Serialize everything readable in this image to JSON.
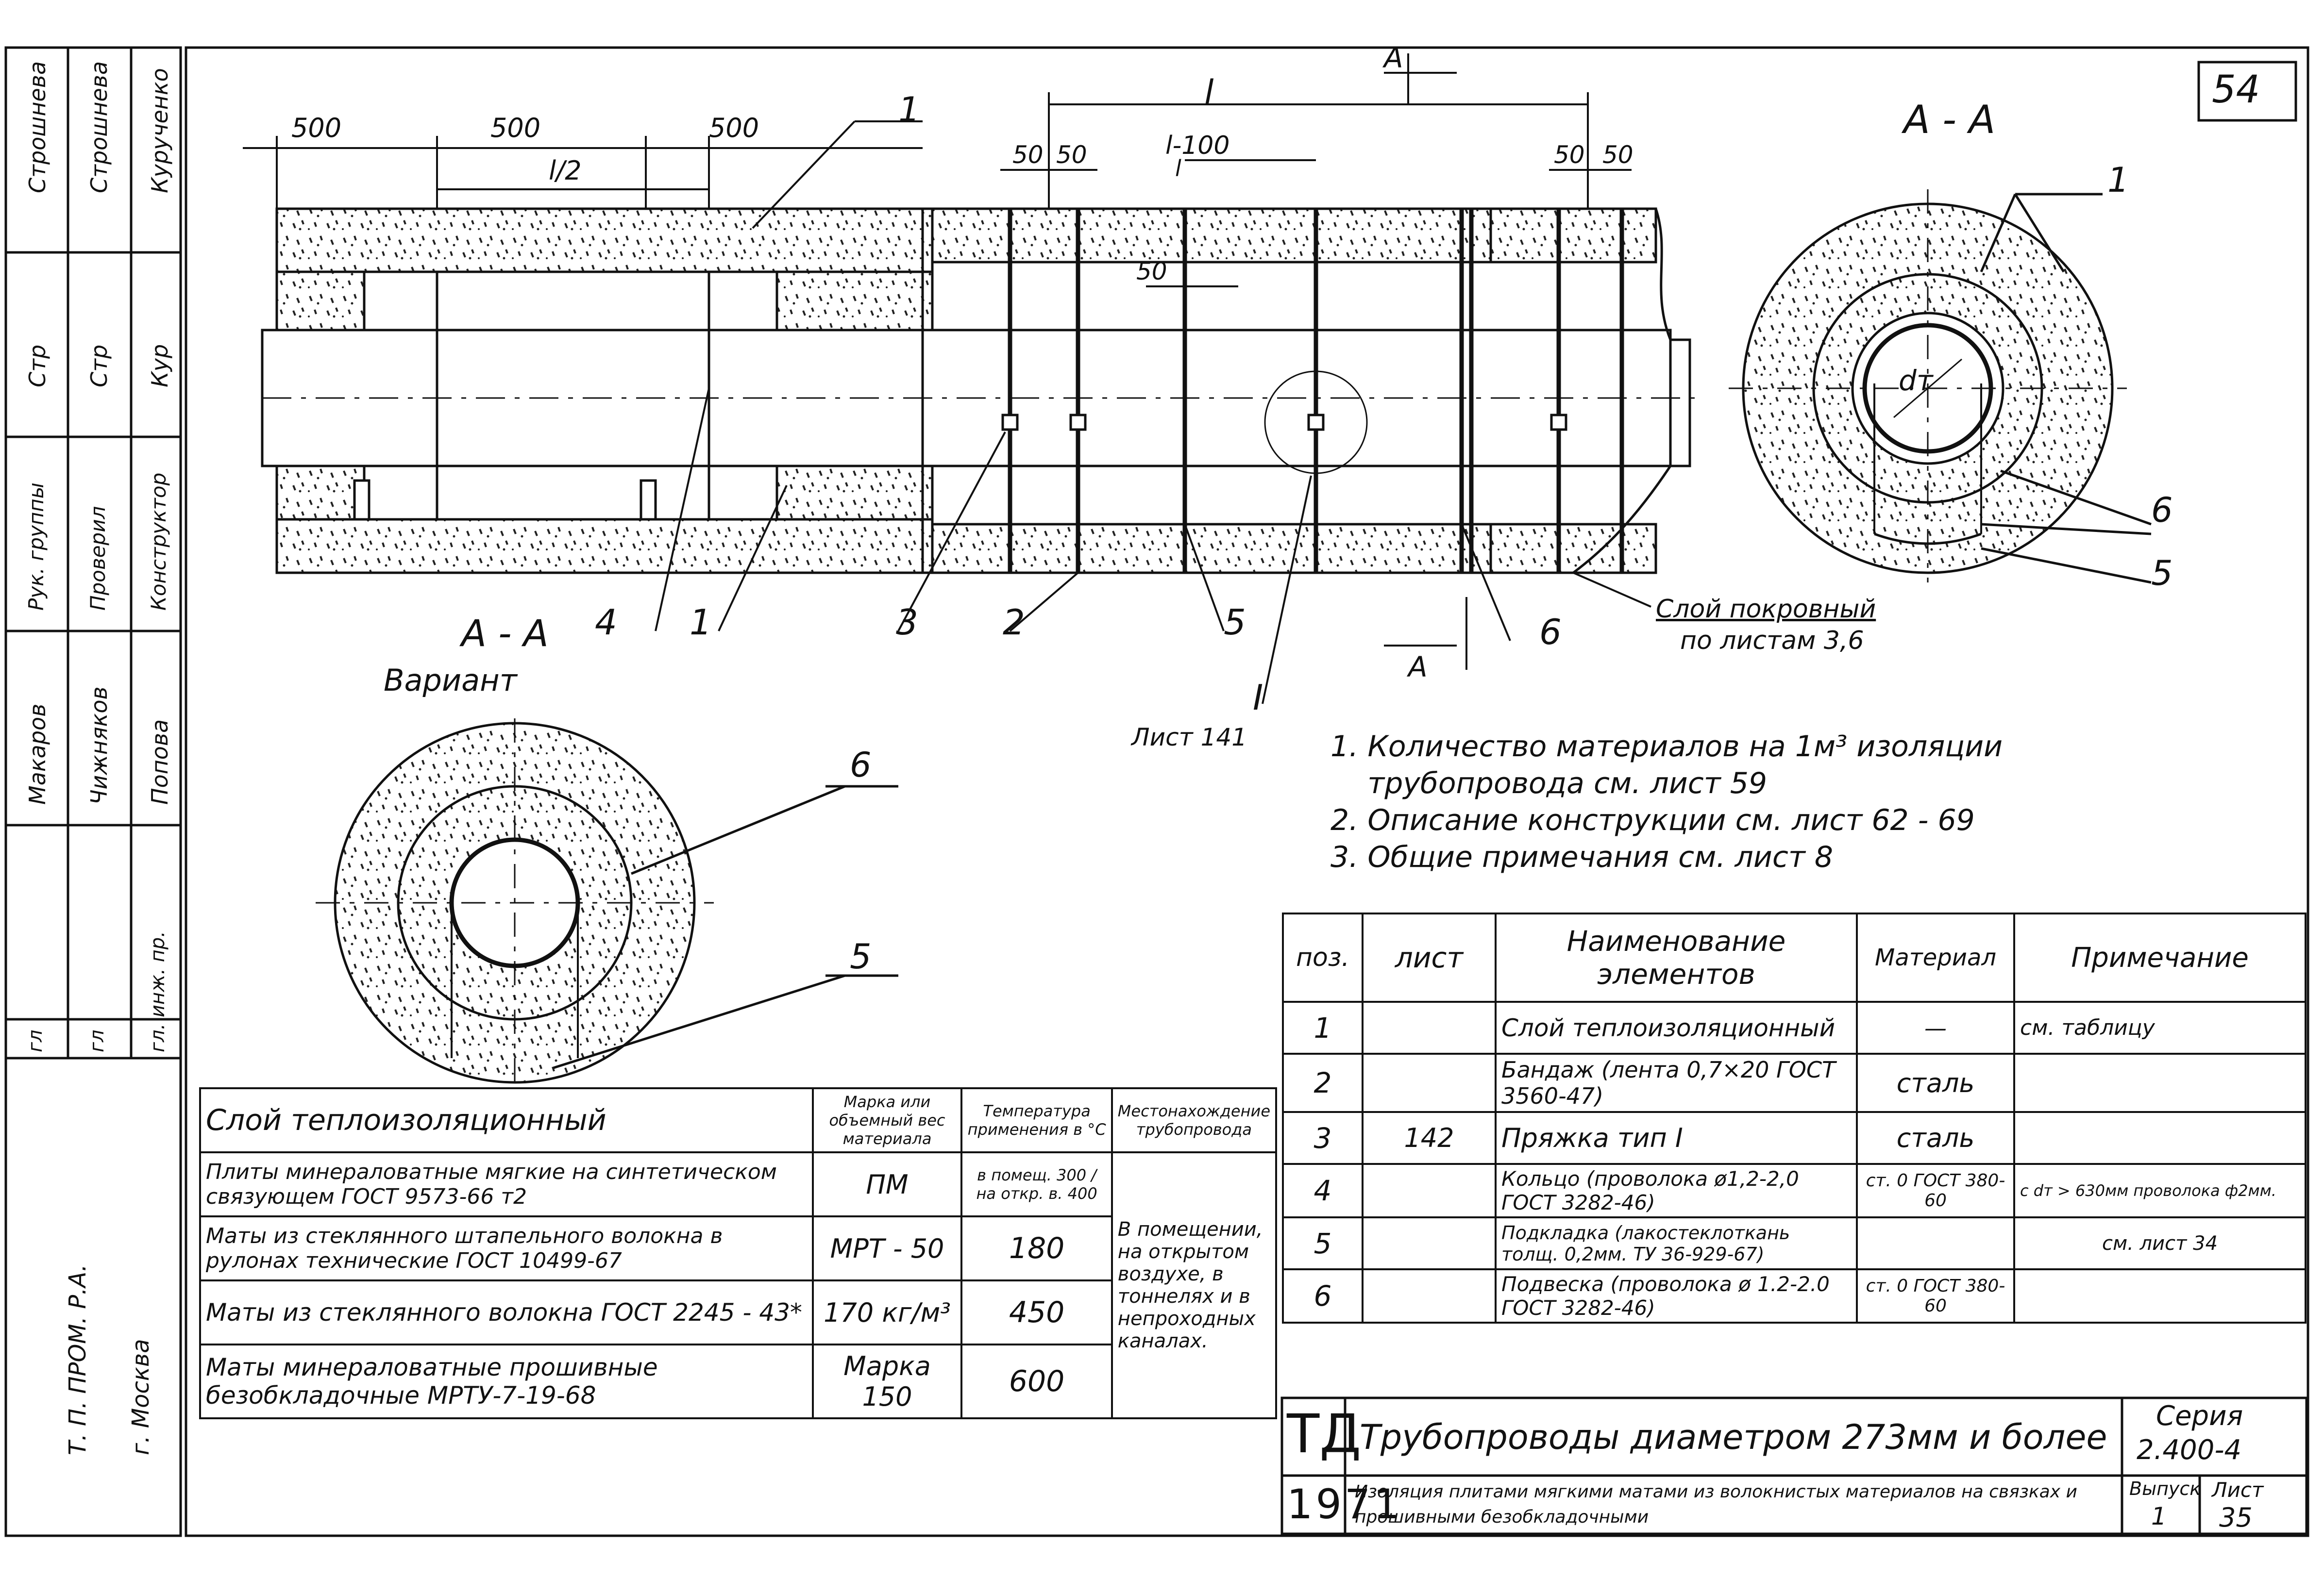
{
  "sheet_no": "54",
  "callouts": {
    "c1a": "1",
    "c1b": "1",
    "c1c": "1",
    "c2": "2",
    "c3": "3",
    "c4": "4",
    "c5a": "5",
    "c5b": "5",
    "c5c": "5",
    "c6a": "6",
    "c6b": "6",
    "c6c": "6",
    "cI": "I",
    "list141": "Лист 141"
  },
  "dims": {
    "d500a": "500",
    "d500b": "500",
    "d500c": "500",
    "dl2": "l/2",
    "dl": "l",
    "d50a": "50",
    "d50b": "50",
    "dl100": "l-100",
    "dl_inner": "l",
    "d50c": "50",
    "d50d": "50",
    "d50e": "50",
    "dT": "dт"
  },
  "labels": {
    "sectA_top": "A",
    "sectA_bottom": "A",
    "aa_main": "A - A",
    "aa_variant": "A - A",
    "variant": "Вариант",
    "cover_line1": "Слой покровный",
    "cover_line2": "по листам 3,6"
  },
  "notes": [
    "1. Количество материалов на 1м³ изоляции",
    "    трубопровода см. лист 59",
    "2. Описание конструкции см. лист 62 - 69",
    "3. Общие примечания см. лист 8"
  ],
  "stamp": {
    "rows": [
      [
        "Строшнева",
        "Строшнева",
        "Курученко"
      ],
      [
        "Стр",
        "Стр",
        "Кур"
      ],
      [
        "Рук. группы",
        "Проверил",
        "Конструктор"
      ],
      [
        "Макаров",
        "Чижняков",
        "Попова"
      ],
      [
        "",
        "",
        ""
      ],
      [
        "гл",
        "гл",
        "гл. инж. пр."
      ]
    ],
    "org": "Т. П. ПРОМ. Р.А.",
    "city": "г. Москва"
  },
  "mat_table": {
    "headers": [
      "Слой теплоизоляционный",
      "Марка или объемный вес материала",
      "Температура применения в °С",
      "Местонахождение трубопровода"
    ],
    "rows": [
      [
        "Плиты минераловатные мягкие на синтетическом связующем ГОСТ 9573-66 т2",
        "ПМ",
        "в помещ. 300 / на откр. в. 400"
      ],
      [
        "Маты из стеклянного штапельного волокна в рулонах технические ГОСТ 10499-67",
        "МРТ - 50",
        "180"
      ],
      [
        "Маты из стеклянного волокна ГОСТ 2245 - 43*",
        "170 кг/м³",
        "450"
      ],
      [
        "Маты минераловатные прошивные безобкладочные МРТУ-7-19-68",
        "Марка 150",
        "600"
      ]
    ],
    "location": "В помещении, на открытом воздухе, в тоннелях и в непроходных каналах."
  },
  "spec_table": {
    "headers": [
      "поз.",
      "лист",
      "Наименование элементов",
      "Материал",
      "Примечание"
    ],
    "rows": [
      [
        "1",
        "",
        "Слой теплоизоляционный",
        "—",
        "см. таблицу"
      ],
      [
        "2",
        "",
        "Бандаж (лента 0,7×20 ГОСТ 3560-47)",
        "сталь",
        ""
      ],
      [
        "3",
        "142",
        "Пряжка тип I",
        "сталь",
        ""
      ],
      [
        "4",
        "",
        "Кольцо (проволока ø1,2-2,0 ГОСТ 3282-46)",
        "ст. 0 ГОСТ 380-60",
        "с dт > 630мм проволока ф2мм."
      ],
      [
        "5",
        "",
        "Подкладка (лакостеклоткань толщ. 0,2мм. ТУ 36-929-67)",
        "",
        "см. лист 34"
      ],
      [
        "6",
        "",
        "Подвеска (проволока ø 1.2-2.0 ГОСТ 3282-46)",
        "ст. 0 ГОСТ 380-60",
        ""
      ]
    ]
  },
  "title_block": {
    "td": "ТД",
    "year": "1971",
    "title": "Трубопроводы диаметром 273мм и более",
    "subtitle": "Изоляция плитами мягкими матами из волокнистых материалов на связках и прошивными безобкладочными",
    "series_label": "Серия",
    "series_value": "2.400-4",
    "issue_label": "Выпуск",
    "issue_value": "1",
    "sheet_label": "Лист",
    "sheet_value": "35"
  }
}
